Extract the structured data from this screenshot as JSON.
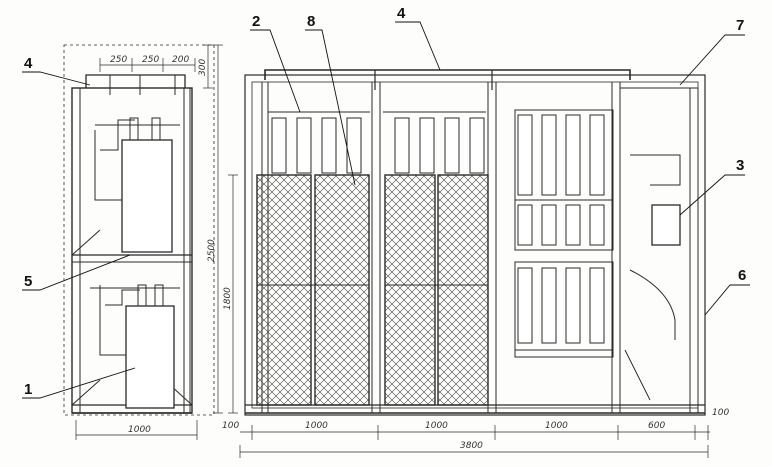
{
  "callouts": [
    "1",
    "2",
    "3",
    "4",
    "4",
    "5",
    "6",
    "7",
    "8"
  ],
  "dimensions": {
    "top_250_a": "250",
    "top_250_b": "250",
    "top_200": "200",
    "height_300": "300",
    "height_2500": "2500",
    "height_1800": "1800",
    "left_width_1000": "1000",
    "gap_100_left": "100",
    "bay1_1000": "1000",
    "bay2_1000": "1000",
    "bay3_1000": "1000",
    "bay4_600": "600",
    "gap_100_right": "100",
    "total_3800": "3800"
  },
  "colors": {
    "line": "#2a2a2a",
    "frame": "#c9b98f",
    "panel": "#ffffff",
    "mesh": "#333333"
  }
}
